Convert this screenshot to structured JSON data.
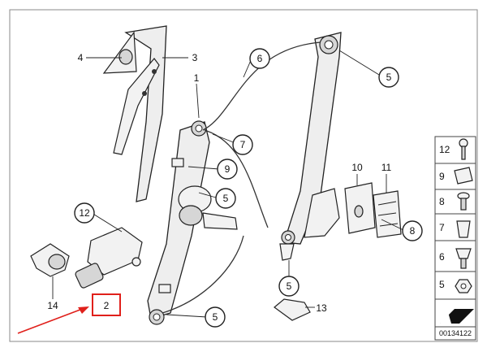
{
  "callouts": {
    "c1": "1",
    "c2": "2",
    "c3": "3",
    "c4": "4",
    "c5a": "5",
    "c5b": "5",
    "c5c": "5",
    "c5d": "5",
    "c6": "6",
    "c7": "7",
    "c8": "8",
    "c9": "9",
    "c10": "10",
    "c11": "11",
    "c12": "12",
    "c13": "13",
    "c14": "14"
  },
  "legend": {
    "items": [
      "12",
      "9",
      "8",
      "7",
      "6",
      "5"
    ]
  },
  "document_number": "00134122",
  "colors": {
    "highlight": "#e0201b",
    "line": "#222222"
  }
}
